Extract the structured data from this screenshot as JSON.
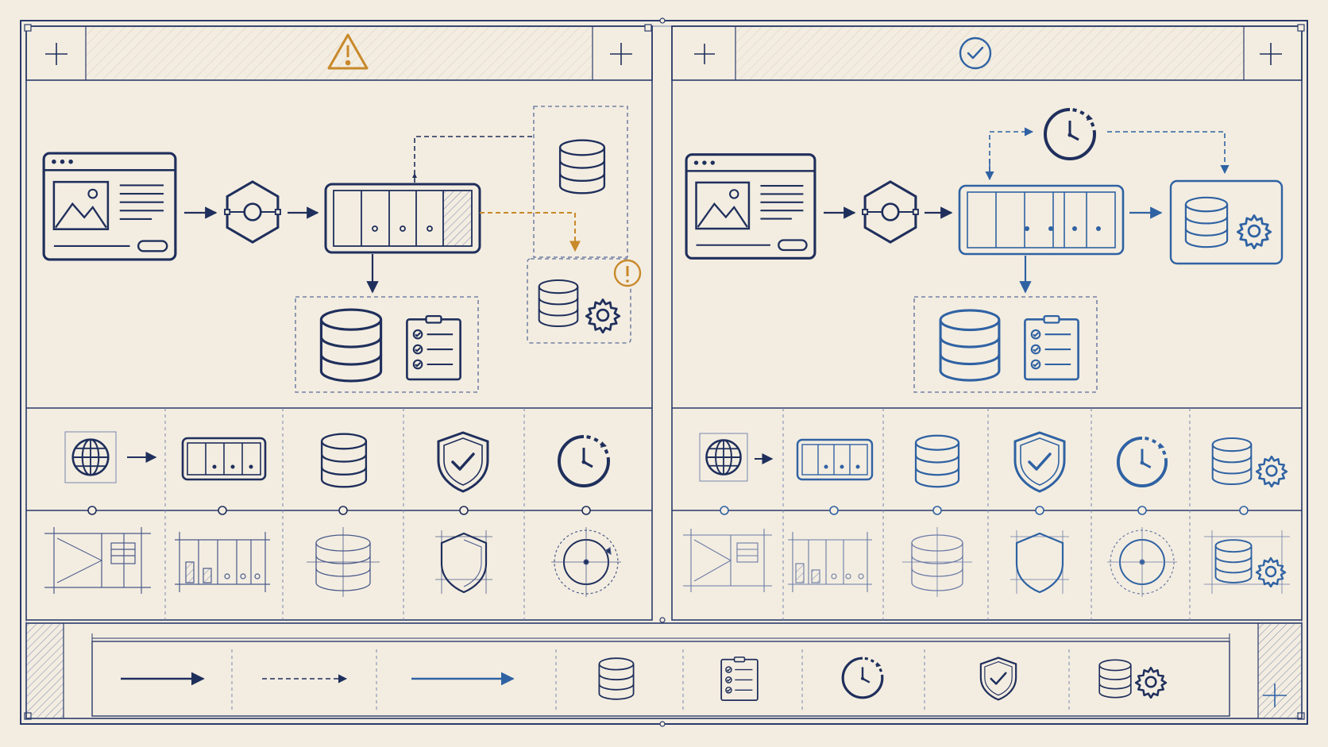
{
  "colors": {
    "paper": "#f3ede1",
    "ink": "#1f2f5c",
    "ink_light": "#5a6c9a",
    "accent_blue": "#2f62a3",
    "warning": "#c8892a",
    "hatch": "#8a95b5"
  },
  "panels": [
    {
      "id": "left",
      "status_icon": "warning-icon",
      "status_color": "#c8892a",
      "flow": [
        "browser-window-icon",
        "hexagon-service-icon",
        "queue-icon",
        "database-icon",
        "database-gear-icon",
        "checklist-icon"
      ],
      "stage_icons": [
        "globe-icon",
        "queue-icon",
        "database-icon",
        "shield-check-icon",
        "clock-refresh-icon"
      ],
      "blueprint_icons": [
        "wireframe-layout-icon",
        "wireframe-queue-icon",
        "wireframe-database-icon",
        "wireframe-shield-icon",
        "wireframe-clock-icon"
      ]
    },
    {
      "id": "right",
      "status_icon": "check-circle-icon",
      "status_color": "#2f62a3",
      "flow": [
        "browser-window-icon",
        "hexagon-service-icon",
        "clock-refresh-icon",
        "queue-icon",
        "database-gear-icon",
        "database-icon",
        "checklist-icon"
      ],
      "stage_icons": [
        "globe-icon",
        "queue-icon",
        "database-icon",
        "shield-check-icon",
        "clock-refresh-icon",
        "database-gear-icon"
      ],
      "blueprint_icons": [
        "wireframe-layout-icon",
        "wireframe-queue-icon",
        "wireframe-database-icon",
        "wireframe-shield-icon",
        "wireframe-clock-icon",
        "wireframe-database-gear-icon"
      ]
    }
  ],
  "legend": {
    "items": [
      "solid-arrow",
      "dashed-arrow",
      "blue-arrow",
      "database-icon",
      "checklist-icon",
      "clock-refresh-icon",
      "shield-check-icon",
      "database-gear-icon"
    ]
  }
}
